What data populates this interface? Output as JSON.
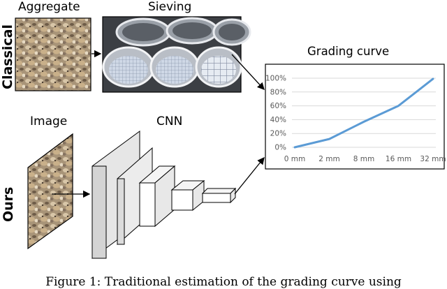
{
  "classical": {
    "row_label": "Classical",
    "aggregate_label": "Aggregate",
    "sieving_label": "Sieving"
  },
  "ours": {
    "row_label": "Ours",
    "image_label": "Image",
    "cnn_label": "CNN"
  },
  "caption": "Figure 1: Traditional estimation of the grading curve using",
  "chart_data": {
    "type": "line",
    "title": "Grading curve",
    "xlabel": "",
    "ylabel": "",
    "categories": [
      "0 mm",
      "2 mm",
      "8 mm",
      "16 mm",
      "32 mm"
    ],
    "y_ticks": [
      "0%",
      "20%",
      "40%",
      "60%",
      "80%",
      "100%"
    ],
    "ylim": [
      0,
      100
    ],
    "grid": true,
    "series": [
      {
        "values": [
          0,
          12,
          37,
          60,
          99
        ]
      }
    ],
    "colors": {
      "line": "#5b9bd5",
      "grid": "#d9d9d9",
      "tick": "#595959"
    }
  }
}
